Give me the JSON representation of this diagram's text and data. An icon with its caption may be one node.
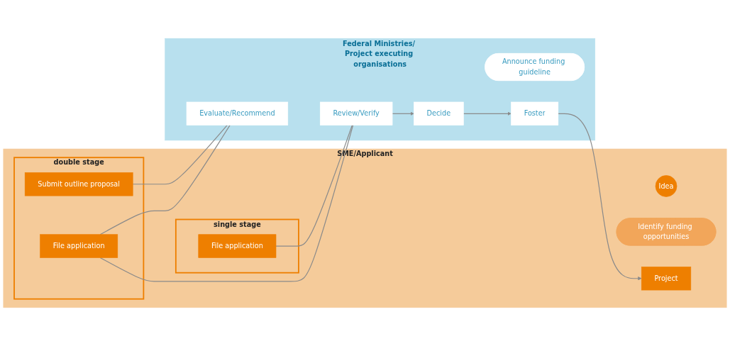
{
  "diagram": {
    "nodes": [
      {
        "text": [
          "SME/Applicant"
        ]
      },
      {
        "text": [
          "Idea"
        ],
        "in": 0
      },
      {
        "text": [
          "Identify funding opportunities"
        ],
        "in": 0
      },
      {
        "text": [
          "single stage"
        ],
        "in": 0
      },
      {
        "text": [
          "File application"
        ],
        "in": 3
      },
      {
        "text": [
          "double stage"
        ],
        "in": 0
      },
      {
        "text": [
          "Submit outline proposal"
        ],
        "in": 5
      },
      {
        "text": [
          "File application"
        ],
        "in": 5
      },
      {
        "text": [
          "Project"
        ],
        "in": 0
      },
      {
        "text": [
          "Federal Ministries/ Project executing organisations"
        ]
      },
      {
        "text": [
          "Announce funding guideline"
        ],
        "in": 9
      },
      {
        "text": [
          "Evaluate/Recommend"
        ],
        "in": 9
      },
      {
        "text": [
          "Review/Verify"
        ],
        "in": 9
      },
      {
        "text": [
          "Decide"
        ],
        "in": 9
      },
      {
        "text": [
          "Foster"
        ],
        "in": 9
      }
    ],
    "edges": [
      {
        "from": 6,
        "to": 11,
        "arrow": "none"
      },
      {
        "from": 7,
        "to": 11,
        "arrow": "none"
      },
      {
        "from": 4,
        "to": 12,
        "arrow": "none"
      },
      {
        "from": 7,
        "to": 12,
        "arrow": "none"
      },
      {
        "from": 12,
        "to": 13,
        "arrow": "to"
      },
      {
        "from": 13,
        "to": 14,
        "arrow": "to"
      },
      {
        "from": 14,
        "to": 8,
        "arrow": "to"
      }
    ]
  }
}
